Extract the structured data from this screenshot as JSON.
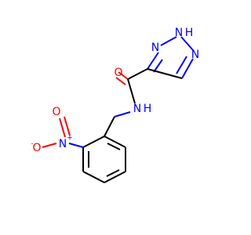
{
  "diagram": {
    "colors": {
      "carbon_bonds": "#000000",
      "oxygen": "#ff0000",
      "nitrogen": "#0000ff",
      "background": "#ffffff"
    },
    "atoms": {
      "triazole_n_top": "N",
      "triazole_h": "H",
      "triazole_n_left": "N",
      "triazole_n_right": "N",
      "amide_o": "O",
      "amide_nh_n": "N",
      "amide_nh_h": "H",
      "nitro_n": "N",
      "nitro_n_charge": "+",
      "nitro_o_minus": "O",
      "nitro_o_minus_charge": "-",
      "nitro_o_double": "O"
    }
  }
}
